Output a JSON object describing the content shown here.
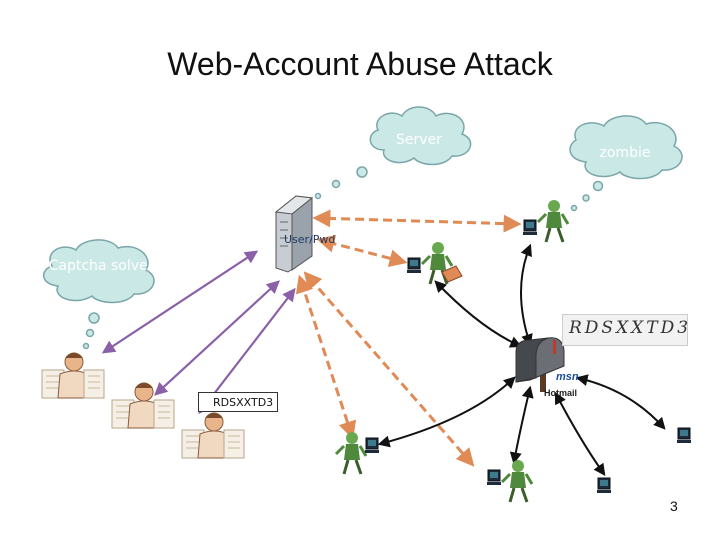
{
  "title": "Web-Account Abuse Attack",
  "clouds": {
    "server": "Server",
    "zombie": "zombie",
    "captcha_solver": "Captcha solver"
  },
  "server_credentials": "User/Pwd",
  "captcha_text": "RDSXXTD3",
  "captcha_image_text": "RDSXXTD3",
  "mail_service": {
    "brand": "msn",
    "name": "Hotmail"
  },
  "page_number": "3",
  "colors": {
    "cloud_fill": "#c9e8e6",
    "cloud_stroke": "#7aa6a9",
    "dashed_arrow": "#e08a55",
    "solver_arrow": "#8a61a8",
    "solid_arrow": "#111111",
    "zombie_green": "#4f8a3c"
  }
}
